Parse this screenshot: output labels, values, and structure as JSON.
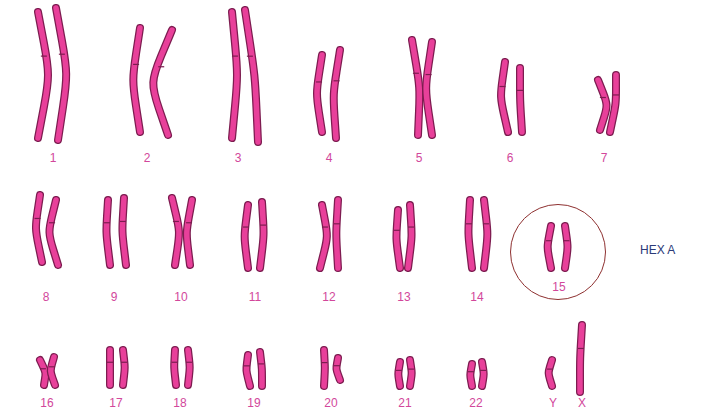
{
  "diagram": {
    "nodes": [
      {
        "text": [
          "15"
        ]
      }
    ],
    "labels": [
      "1",
      "2",
      "3",
      "4",
      "5",
      "6",
      "7",
      "8",
      "9",
      "10",
      "11",
      "12",
      "13",
      "14",
      "16",
      "17",
      "18",
      "19",
      "20",
      "21",
      "22",
      "Y",
      "X",
      "HEX A"
    ]
  }
}
